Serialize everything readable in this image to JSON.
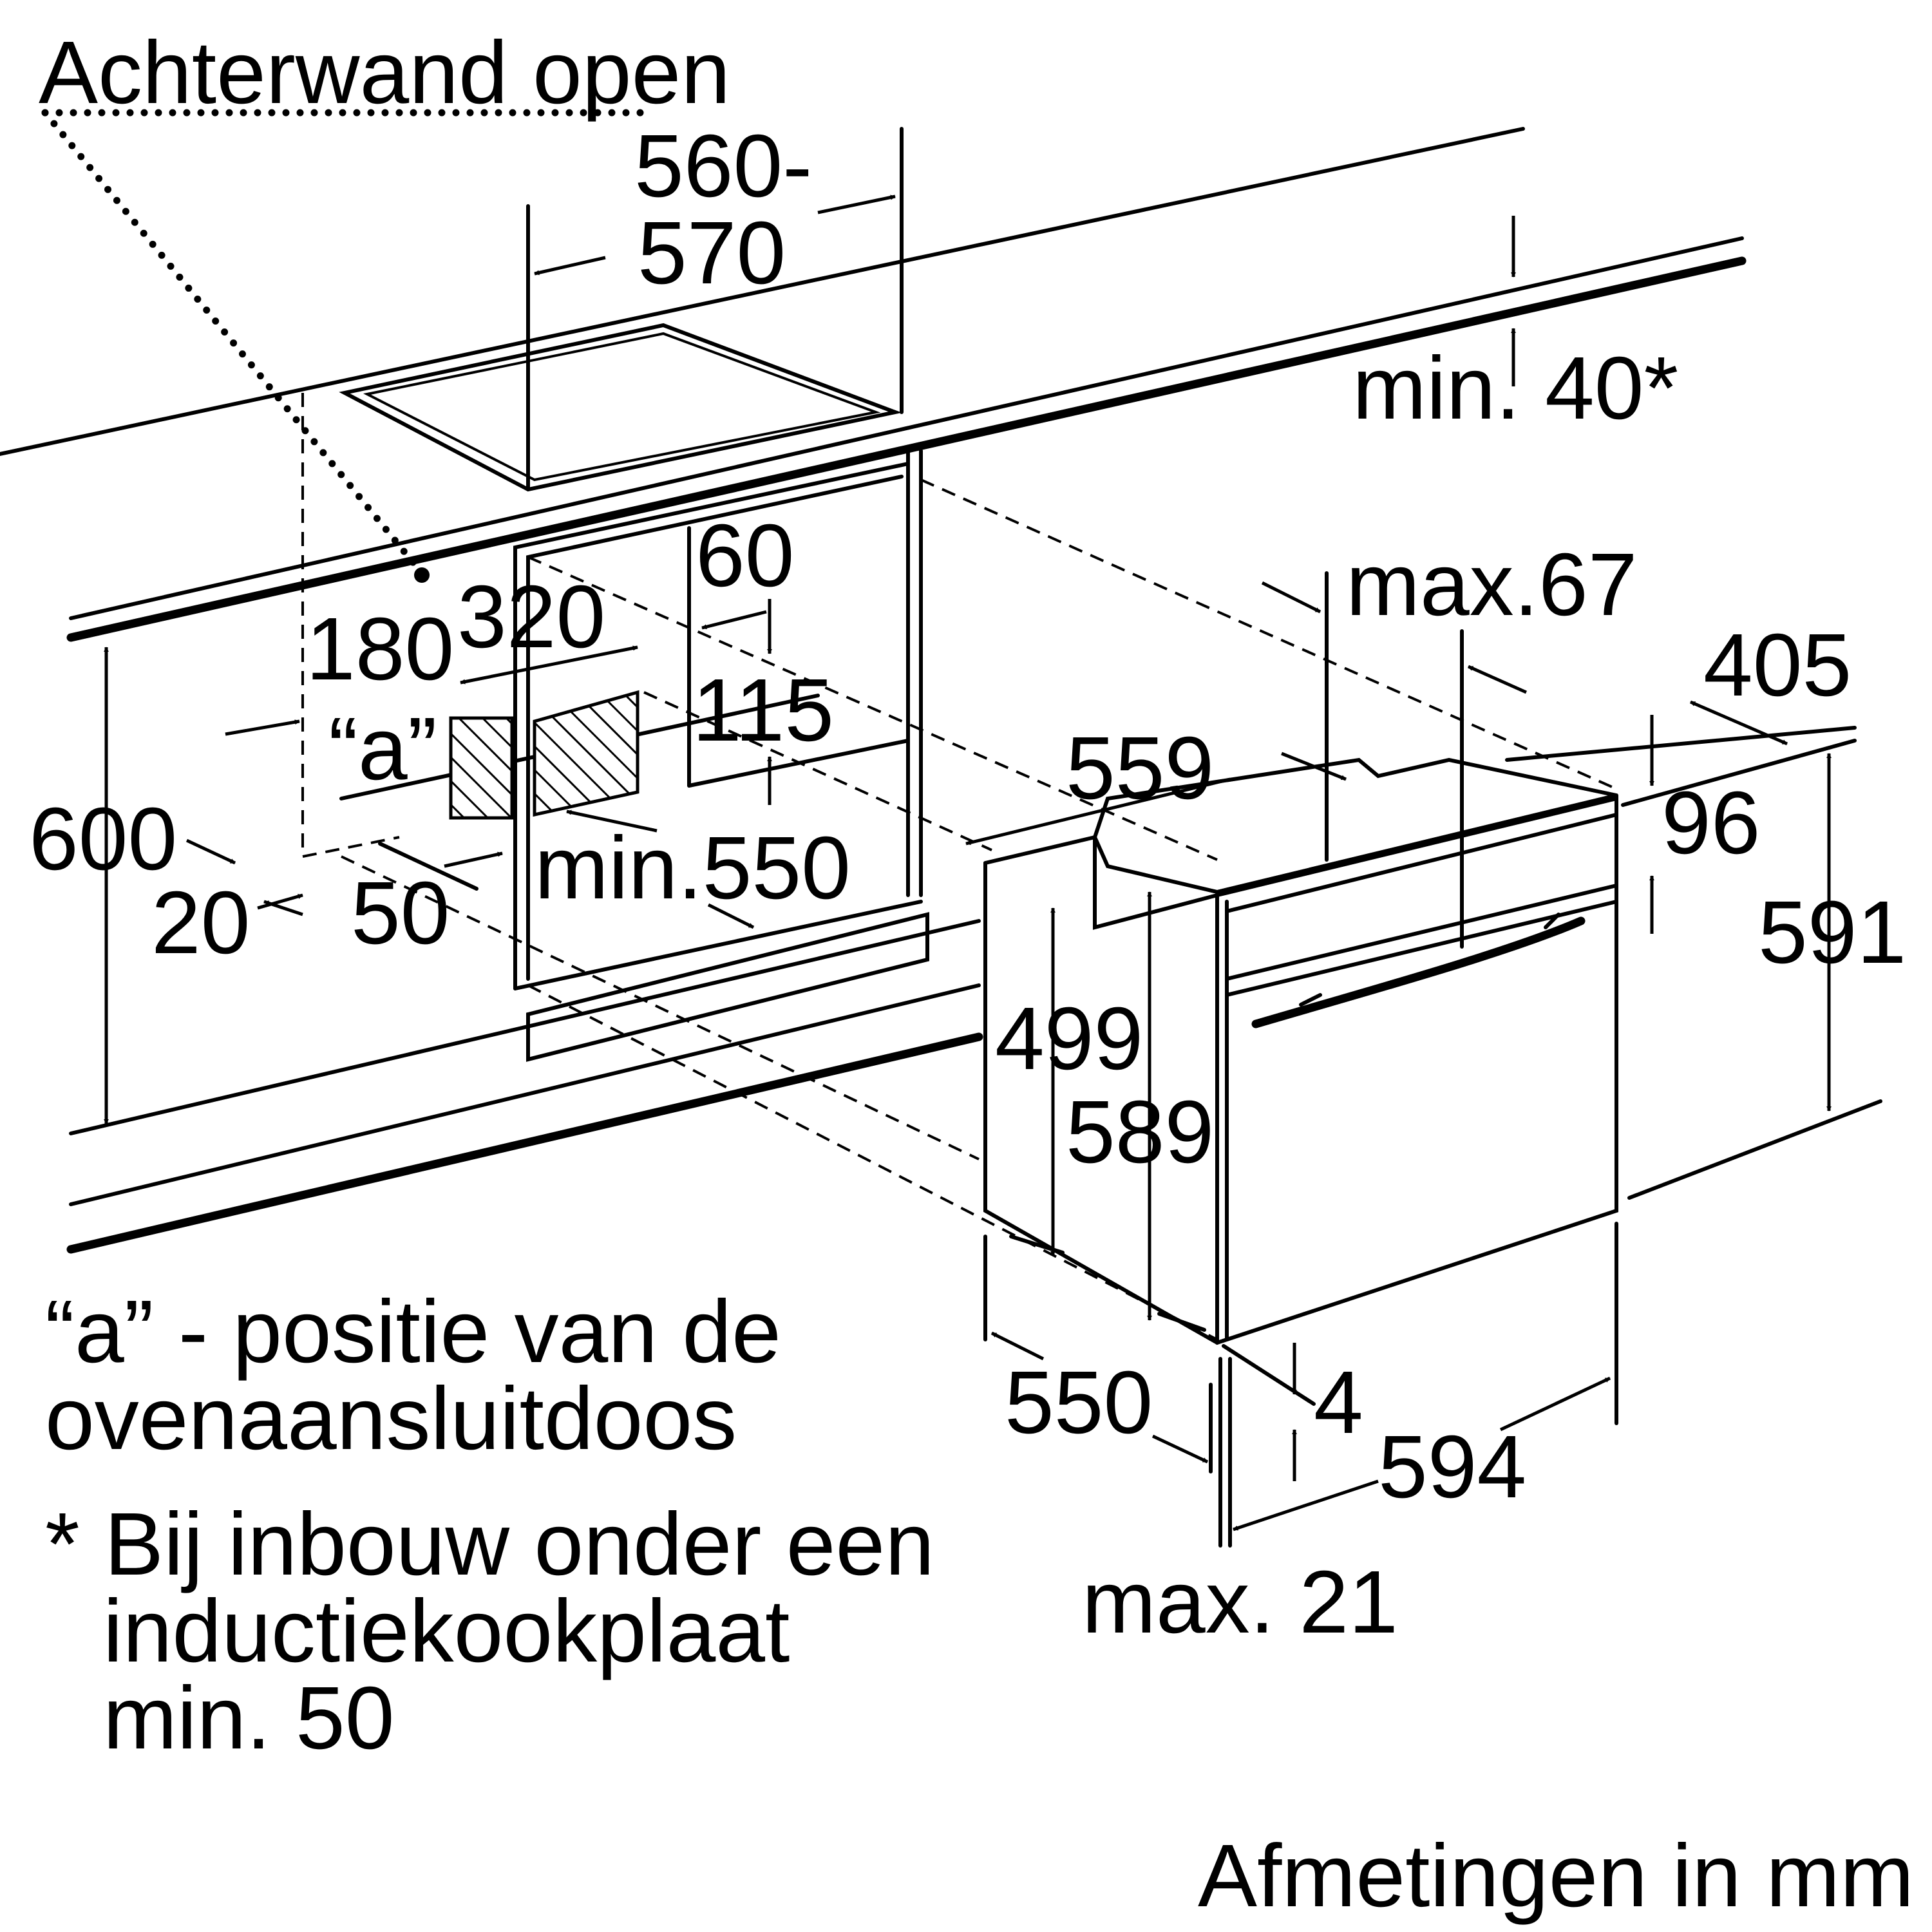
{
  "labels": {
    "rear_wall": "Achterwand open",
    "width_range_top": "560-",
    "width_range_bottom": "570",
    "min40": "min. 40*",
    "d60": "60",
    "max67": "max.67",
    "d180": "180",
    "d320": "320",
    "d115": "115",
    "marker_a": "“a”",
    "d405": "405",
    "d559": "559",
    "d96": "96",
    "d600": "600",
    "min550": "min.550",
    "d20": "20",
    "d50": "50",
    "d591": "591",
    "d499": "499",
    "d589": "589",
    "d550": "550",
    "d4": "4",
    "d594": "594",
    "max21": "max. 21"
  },
  "notes": {
    "a_line1": "“a” - positie van de",
    "a_line2": "ovenaansluitdoos",
    "star_line1": "* Bij inbouw onder een",
    "star_line2": "inductiekookplaat",
    "star_line3": "min. 50",
    "units": "Afmetingen in mm"
  }
}
